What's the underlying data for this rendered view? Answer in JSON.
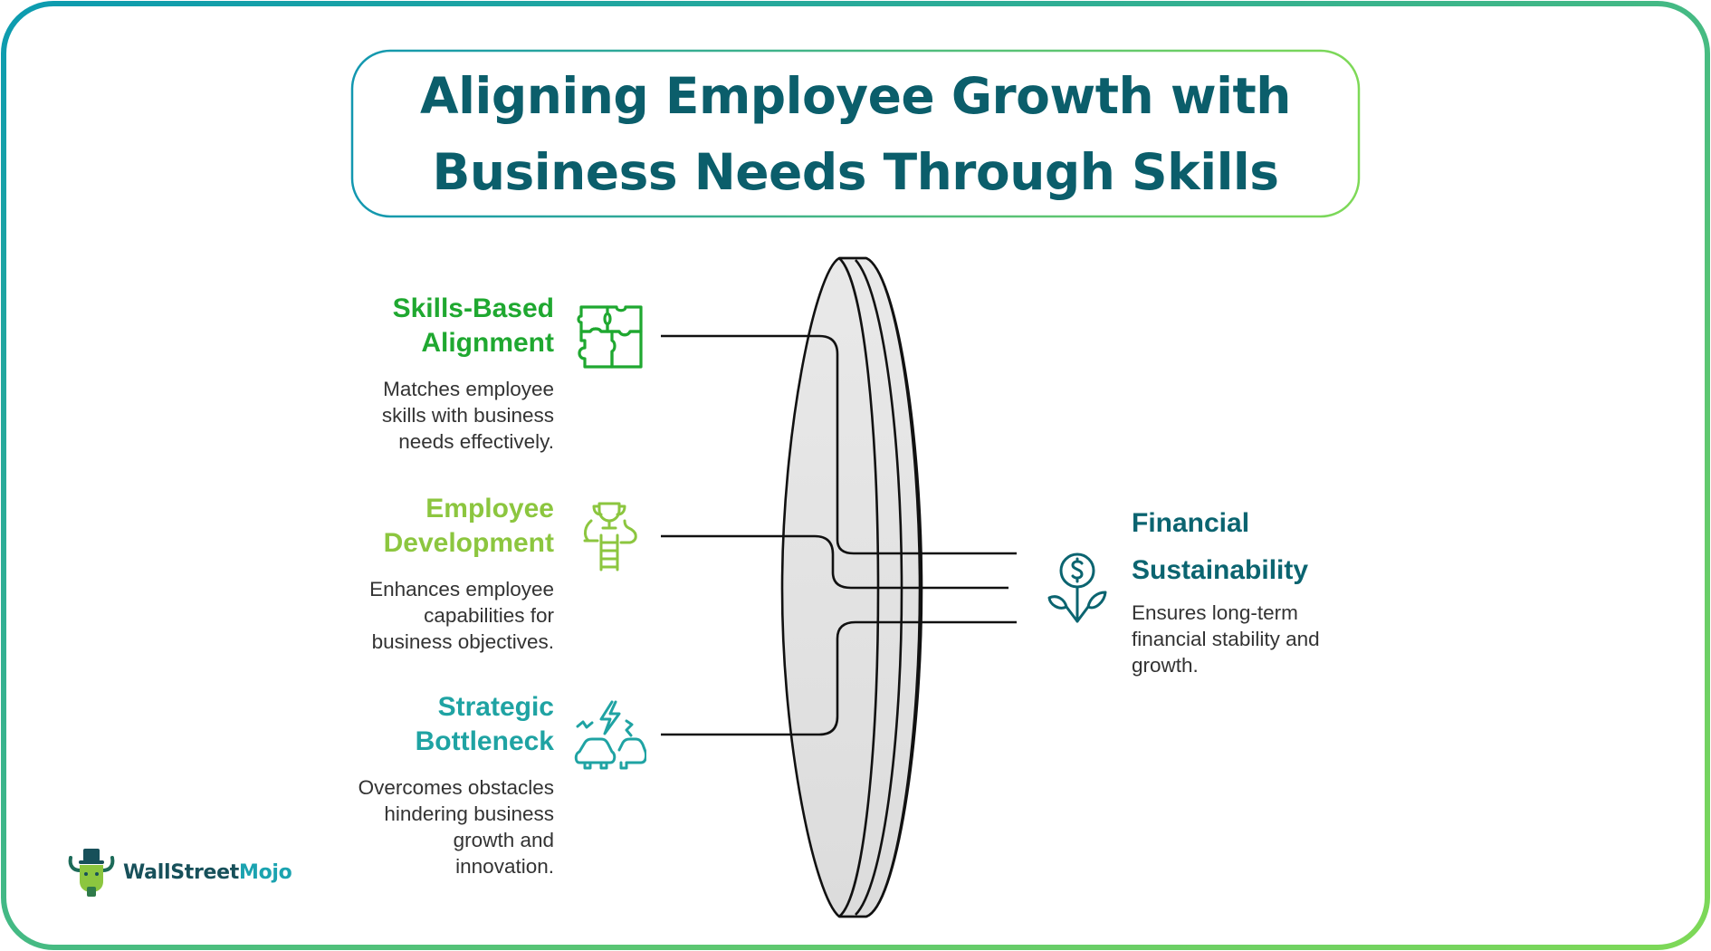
{
  "title": {
    "line1": "Aligning Employee Growth with",
    "line2": "Business Needs Through Skills"
  },
  "colors": {
    "title": "#0b5e6b",
    "frame_start": "#0c9bb0",
    "frame_end": "#7ed957",
    "skills_based": "#1fa830",
    "employee_development": "#8cc63f",
    "strategic_bottleneck": "#1fa3a3",
    "financial": "#0b6470",
    "lens_fill": "#e2e2e2",
    "connector": "#111111",
    "description": "#333333"
  },
  "inputs": [
    {
      "heading_line1": "Skills-Based",
      "heading_line2": "Alignment",
      "description": [
        "Matches employee",
        "skills with business",
        "needs effectively."
      ],
      "icon": "puzzle-icon"
    },
    {
      "heading_line1": "Employee",
      "heading_line2": "Development",
      "description": [
        "Enhances employee",
        "capabilities for",
        "business objectives."
      ],
      "icon": "trophy-ladder-icon"
    },
    {
      "heading_line1": "Strategic",
      "heading_line2": "Bottleneck",
      "description": [
        "Overcomes obstacles",
        "hindering business",
        "growth and",
        "innovation."
      ],
      "icon": "traffic-jam-icon"
    }
  ],
  "output": {
    "heading_line1": "Financial",
    "heading_line2": "Sustainability",
    "description": [
      "Ensures long-term",
      "financial stability and",
      "growth."
    ],
    "icon": "money-plant-icon"
  },
  "logo": {
    "part1": "WallStreet",
    "part2": "Mojo",
    "icon": "bull-mascot-icon"
  }
}
